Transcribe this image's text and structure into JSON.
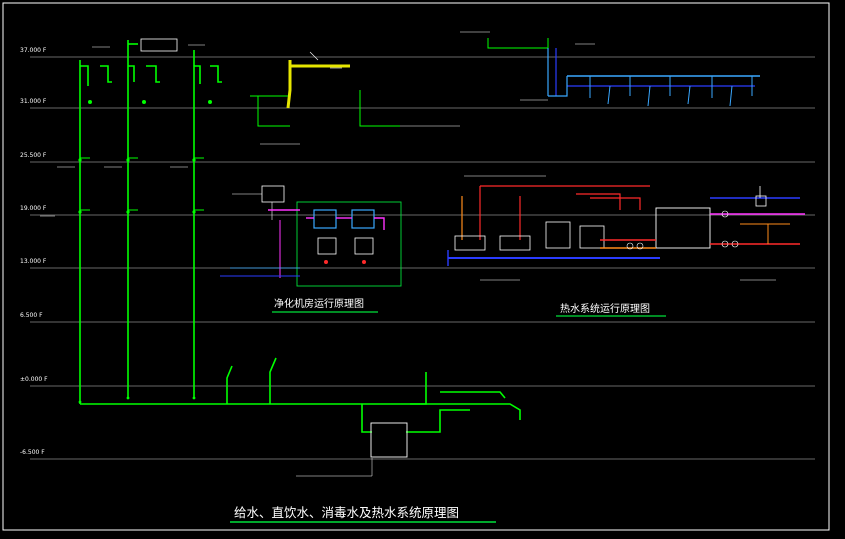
{
  "drawing": {
    "title": "给水、直饮水、消毒水及热水系统原理图",
    "title_underline_color": "#00e03a"
  },
  "floors": [
    {
      "id": "f37",
      "label": "37.000 F"
    },
    {
      "id": "f31",
      "label": "31.000 F"
    },
    {
      "id": "f25",
      "label": "25.500 F"
    },
    {
      "id": "f19",
      "label": "19.000 F"
    },
    {
      "id": "f13",
      "label": "13.000 F"
    },
    {
      "id": "f6",
      "label": "6.500 F"
    },
    {
      "id": "f0",
      "label": "±0.000 F"
    },
    {
      "id": "fm",
      "label": "-6.500 F"
    }
  ],
  "captions": {
    "clean_room": "净化机房运行原理图",
    "hot_water": "热水系统运行原理图"
  },
  "colors": {
    "background": "#000000",
    "frame": "#ffffff",
    "floor_line": "#8c8c8c",
    "supply_pipe": "#00ff00",
    "hot_pipe": "#ff2a2a",
    "return_pipe": "#2a3cff",
    "cold_pipe": "#3aa8ff",
    "label_lead": "#ffffff",
    "yellow_pipe": "#e6e600",
    "magenta_pipe": "#ff33ff",
    "orange_pipe": "#ff8c1a",
    "teal_pipe": "#00ffd0"
  }
}
